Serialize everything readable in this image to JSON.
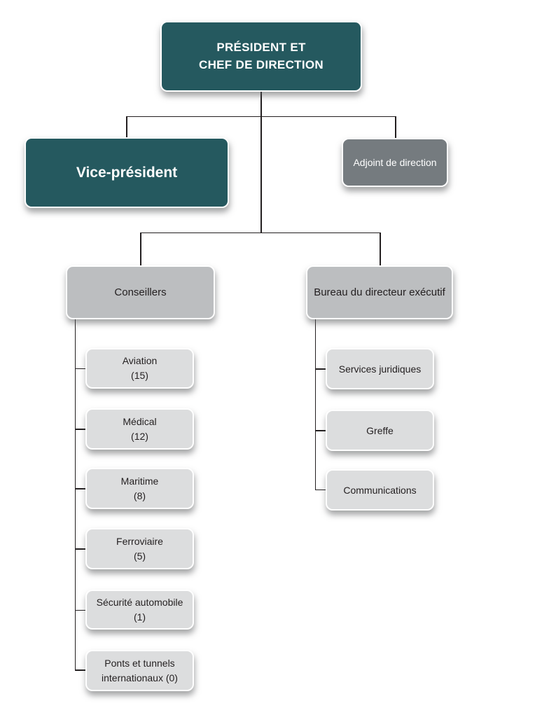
{
  "colors": {
    "teal": "#25595F",
    "executive_gray": "#757B7F",
    "group_gray": "#BCBEC0",
    "item_gray": "#DCDDDE",
    "text_dark": "#231F20",
    "line": "#231F20"
  },
  "nodes": {
    "president": {
      "label": "PRÉSIDENT ET\nCHEF DE DIRECTION"
    },
    "vice_president": {
      "label": "Vice-président"
    },
    "adjoint_direction": {
      "label": "Adjoint de direction"
    },
    "conseillers": {
      "label": "Conseillers"
    },
    "bureau_directeur": {
      "label": "Bureau du directeur exécutif"
    },
    "conseillers_children": [
      {
        "name": "Aviation",
        "count": 15,
        "label": "Aviation\n(15)"
      },
      {
        "name": "Médical",
        "count": 12,
        "label": "Médical\n(12)"
      },
      {
        "name": "Maritime",
        "count": 8,
        "label": "Maritime\n(8)"
      },
      {
        "name": "Ferroviaire",
        "count": 5,
        "label": "Ferroviaire\n(5)"
      },
      {
        "name": "Sécurité automobile",
        "count": 1,
        "label": "Sécurité automobile\n(1)"
      },
      {
        "name": "Ponts et tunnels internationaux",
        "count": 0,
        "label": "Ponts et tunnels\ninternationaux (0)"
      }
    ],
    "bureau_children": [
      {
        "name": "Services juridiques",
        "label": "Services juridiques"
      },
      {
        "name": "Greffe",
        "label": "Greffe"
      },
      {
        "name": "Communications",
        "label": "Communications"
      }
    ]
  }
}
